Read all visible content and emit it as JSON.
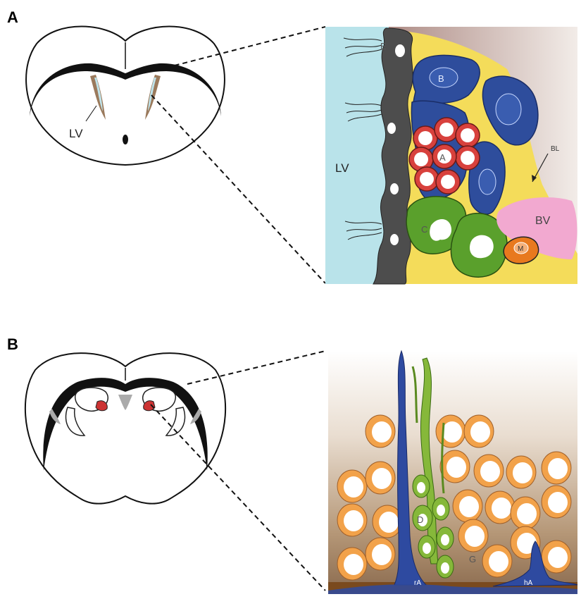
{
  "panels": {
    "a": {
      "letter": "A",
      "brain_label": "LV",
      "inset_labels": {
        "lv": "LV",
        "e": "E",
        "b": "B",
        "a": "A",
        "c": "C",
        "bl": "BL",
        "bv": "BV",
        "m": "M"
      }
    },
    "b": {
      "letter": "B",
      "inset_labels": {
        "d": "D",
        "g": "G",
        "ra": "rA",
        "ha": "hA"
      }
    }
  },
  "colors": {
    "lv_fluid": "#b9e3ea",
    "ependymal": "#4d4d4d",
    "type_b": "#2e4d9c",
    "type_a": "#d8413d",
    "type_c": "#5aa02c",
    "basal_lamina": "#f4dc5a",
    "blood_vessel": "#f2a9d0",
    "microglia": "#e8791e",
    "granule": "#f2a24a",
    "astrocyte": "#2e4aa0",
    "progenitor": "#86b83a",
    "brain_ventricle": "#9b7a5c"
  }
}
